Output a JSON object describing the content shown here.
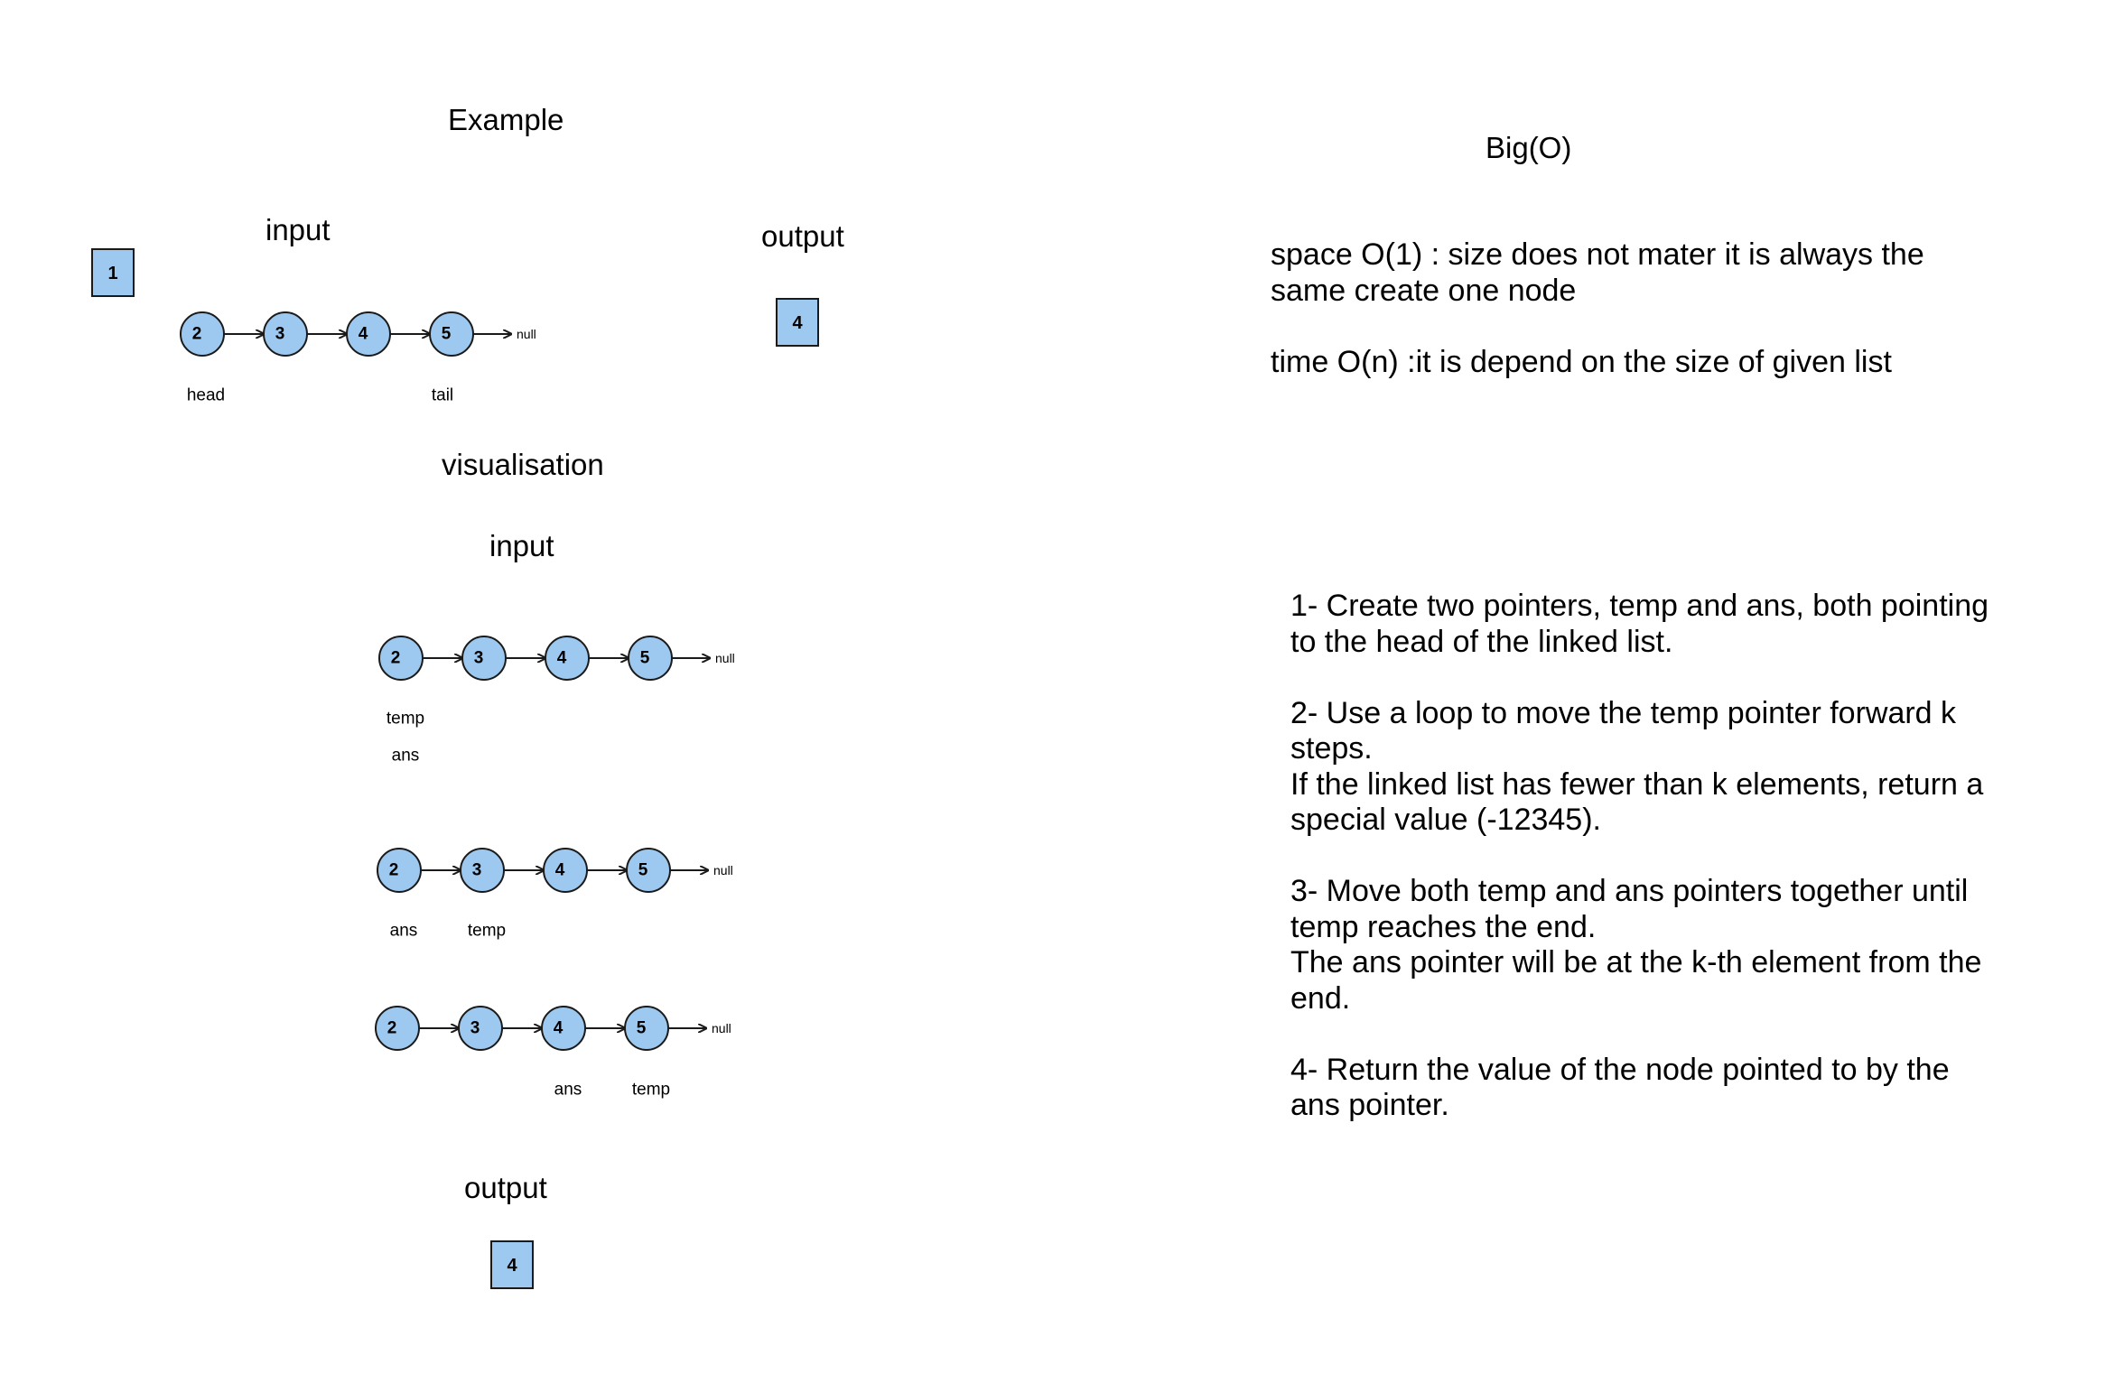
{
  "example": {
    "title": "Example",
    "input_label": "input",
    "output_label": "output",
    "k_value": "1",
    "output_value": "4",
    "list": {
      "nodes": [
        "2",
        "3",
        "4",
        "5"
      ],
      "terminator": "null"
    },
    "head_label": "head",
    "tail_label": "tail"
  },
  "visualisation": {
    "title": "visualisation",
    "input_label": "input",
    "output_label": "output",
    "output_value": "4",
    "steps": [
      {
        "nodes": [
          "2",
          "3",
          "4",
          "5"
        ],
        "terminator": "null",
        "pointer_labels": [
          {
            "text": "temp",
            "node": 0,
            "row": 0
          },
          {
            "text": "ans",
            "node": 0,
            "row": 1
          }
        ]
      },
      {
        "nodes": [
          "2",
          "3",
          "4",
          "5"
        ],
        "terminator": "null",
        "pointer_labels": [
          {
            "text": "ans",
            "node": 0,
            "row": 0
          },
          {
            "text": "temp",
            "node": 1,
            "row": 0
          }
        ]
      },
      {
        "nodes": [
          "2",
          "3",
          "4",
          "5"
        ],
        "terminator": "null",
        "pointer_labels": [
          {
            "text": "ans",
            "node": 2,
            "row": 0
          },
          {
            "text": "temp",
            "node": 3,
            "row": 0
          }
        ]
      }
    ]
  },
  "bigo": {
    "title": "Big(O)",
    "space": [
      "space O(1) : size does not mater it is always the",
      "same create one node"
    ],
    "time": "time O(n) :it is depend on the size of given list"
  },
  "steps_text": [
    [
      "1- Create two pointers, temp and ans, both pointing",
      "to the head of the linked list."
    ],
    [
      "2- Use a loop to move the temp pointer forward k",
      "steps.",
      "If the linked list has fewer than k elements, return a",
      "special value (-12345)."
    ],
    [
      "3- Move both temp and ans pointers together until",
      "temp reaches the end.",
      "The ans pointer will be at the k-th element from the",
      "end."
    ],
    [
      "4- Return the value of the node pointed to by the",
      "ans pointer."
    ]
  ],
  "colors": {
    "node_fill": "#9dc8ef",
    "stroke": "#1a1a1a",
    "text": "#000000"
  }
}
